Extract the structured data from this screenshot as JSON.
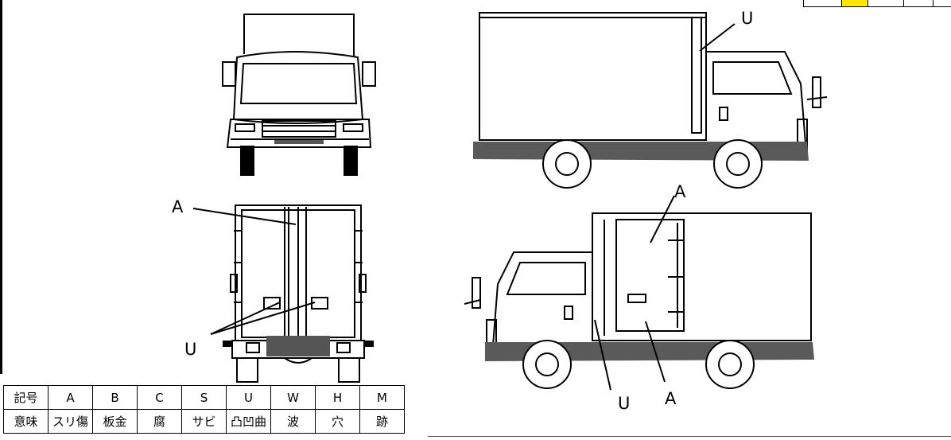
{
  "labels": {
    "front_a": "A",
    "front_u": "U",
    "side_right_u": "U",
    "side_left_a_top": "A",
    "side_left_u": "U",
    "side_left_a_bottom": "A"
  },
  "legend": {
    "header": "記号",
    "meaning": "意味",
    "codes": [
      "A",
      "B",
      "C",
      "S",
      "U",
      "W",
      "H",
      "M"
    ],
    "meanings": [
      "スリ傷",
      "板金",
      "腐",
      "サビ",
      "凸凹曲",
      "波",
      "穴",
      "跡"
    ]
  },
  "colors": {
    "ink": "#000000",
    "highlight": "#ffe600",
    "body_shade": "#5a5a5a"
  }
}
